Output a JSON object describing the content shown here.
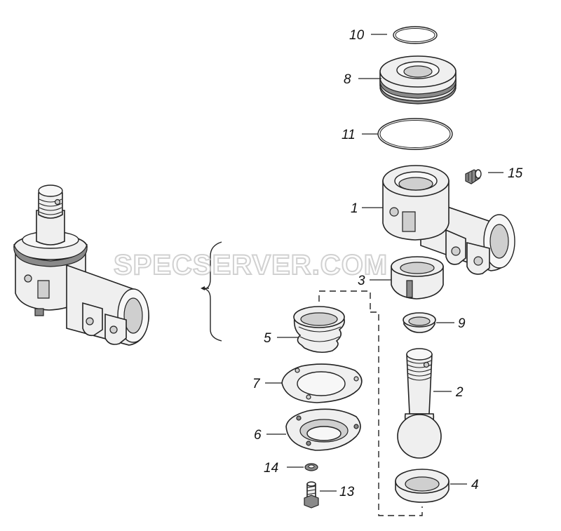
{
  "watermark": "SPECSERVER.COM",
  "callouts": {
    "c1": "1",
    "c2": "2",
    "c3": "3",
    "c4": "4",
    "c5": "5",
    "c6": "6",
    "c7": "7",
    "c8": "8",
    "c9": "9",
    "c10": "10",
    "c11": "11",
    "c13": "13",
    "c14": "14",
    "c15": "15"
  }
}
